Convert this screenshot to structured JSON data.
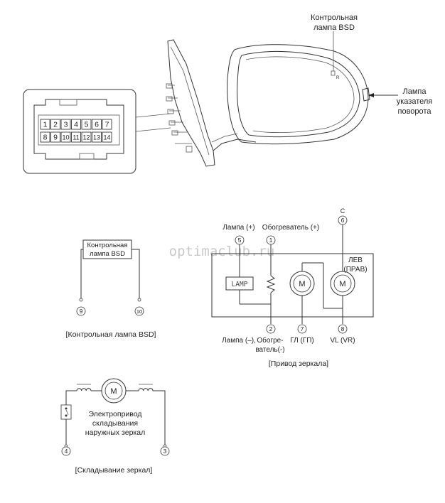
{
  "mirror": {
    "bsd_lamp_label": [
      "Контрольная",
      "лампа BSD"
    ],
    "bsd_symbol": "R",
    "turn_lamp_label": [
      "Лампа",
      "указателя",
      "поворота"
    ]
  },
  "connector": {
    "row1": [
      "1",
      "2",
      "3",
      "4",
      "5",
      "6",
      "7"
    ],
    "row2": [
      "8",
      "9",
      "10",
      "11",
      "12",
      "13",
      "14"
    ]
  },
  "watermark": "optimaclub.ru",
  "bsd_circuit": {
    "box_label": [
      "Контрольная",
      "лампа BSD"
    ],
    "pin_left": "9",
    "pin_right": "10",
    "caption": "[Контрольная лампа BSD]"
  },
  "drive_circuit": {
    "label_lamp_plus": "Лампа (+)",
    "label_heater_plus": "Обогреватель (+)",
    "pin_c": "C",
    "pin_5": "5",
    "pin_1": "1",
    "pin_6": "6",
    "lamp_text": "LAMP",
    "motor_a": "M",
    "motor_b": "M",
    "side_label": [
      "ЛЕВ",
      "(ПРАВ)"
    ],
    "pin_2": "2",
    "pin_7": "7",
    "pin_8": "8",
    "label_lamp_minus": "Лампа (–),",
    "label_heater_minus": [
      "Обогре-",
      "ватель(-)"
    ],
    "label_gl": "ГЛ (ГП)",
    "label_vl": "VL (VR)",
    "caption": "[Привод зеркала]"
  },
  "fold_circuit": {
    "motor": "M",
    "label": [
      "Электропривод",
      "складывания",
      "наружных зеркал"
    ],
    "pin_left": "4",
    "pin_right": "3",
    "caption": "[Складывание зеркал]"
  }
}
